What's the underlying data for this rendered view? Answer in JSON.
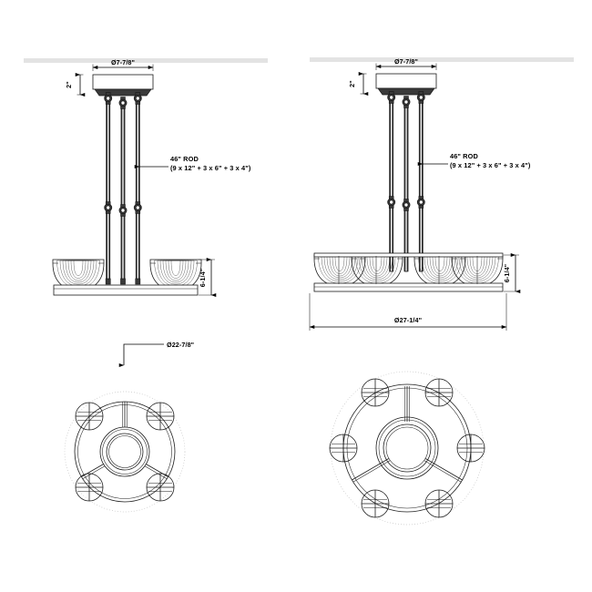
{
  "document": {
    "type": "technical-specification-drawing",
    "subject": "multi-light pendant chandelier",
    "background_color": "#ffffff",
    "line_color": "#1a1a1a",
    "ceiling_color": "#e3e3e3"
  },
  "left_view": {
    "name": "4-light model",
    "elevation": {
      "canopy_diameter": "Ø7-7/8\"",
      "canopy_height": "2\"",
      "rod_note_line1": "46\" ROD",
      "rod_note_line2": "(9 x 12\" + 3 x 6\" + 3 x 4\")",
      "shade_height": "6-1/4\"",
      "rod_count": 3,
      "shade_count_visible": 2
    },
    "plan": {
      "overall_diameter": "Ø22-7/8\"",
      "shade_count": 4,
      "spoke_count": 3
    }
  },
  "right_view": {
    "name": "6-light model",
    "elevation": {
      "canopy_diameter": "Ø7-7/8\"",
      "canopy_height": "2\"",
      "rod_note_line1": "46\" ROD",
      "rod_note_line2": "(9 x 12\" + 3 x 6\" + 3 x 4\")",
      "shade_height": "6-1/4\"",
      "overall_diameter": "Ø27-1/4\"",
      "rod_count": 3,
      "shade_count_visible": 4
    },
    "plan": {
      "shade_count": 6,
      "spoke_count": 3
    }
  }
}
